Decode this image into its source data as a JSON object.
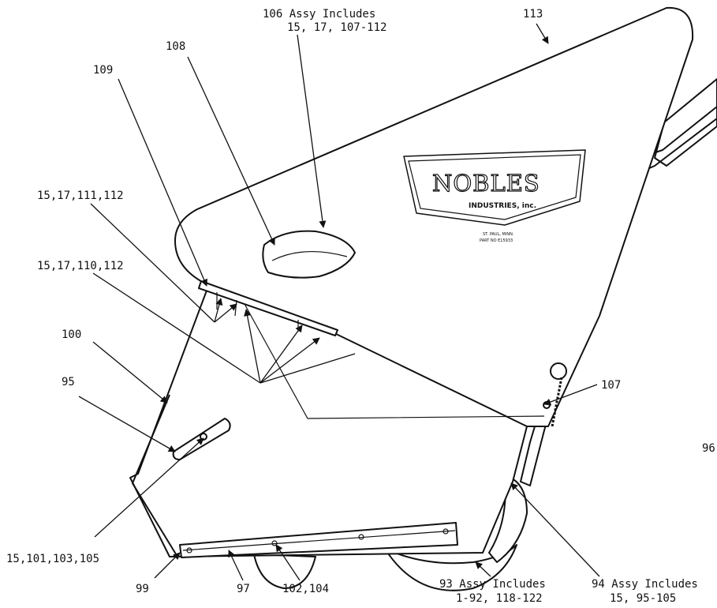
{
  "callouts": {
    "c106_line1": "106 Assy Includes",
    "c106_line2": "15, 17, 107-112",
    "c113": "113",
    "c108": "108",
    "c109": "109",
    "c15_17_111_112": "15,17,111,112",
    "c15_17_110_112": "15,17,110,112",
    "c100": "100",
    "c95": "95",
    "c107": "107",
    "c96_partial": "96",
    "c15_101_103_105": "15,101,103,105",
    "c99": "99",
    "c97": "97",
    "c102_104": "102,104",
    "c93_line1": "93 Assy Includes",
    "c93_line2": "1-92, 118-122",
    "c94_line1": "94 Assy Includes",
    "c94_line2": "15, 95-105"
  },
  "logo": {
    "name": "NOBLES",
    "sub": "INDUSTRIES, inc.",
    "city": "ST. PAUL, MINN.",
    "part_no": "PART NO E15933"
  },
  "colors": {
    "ink": "#111111",
    "paper": "#ffffff"
  }
}
